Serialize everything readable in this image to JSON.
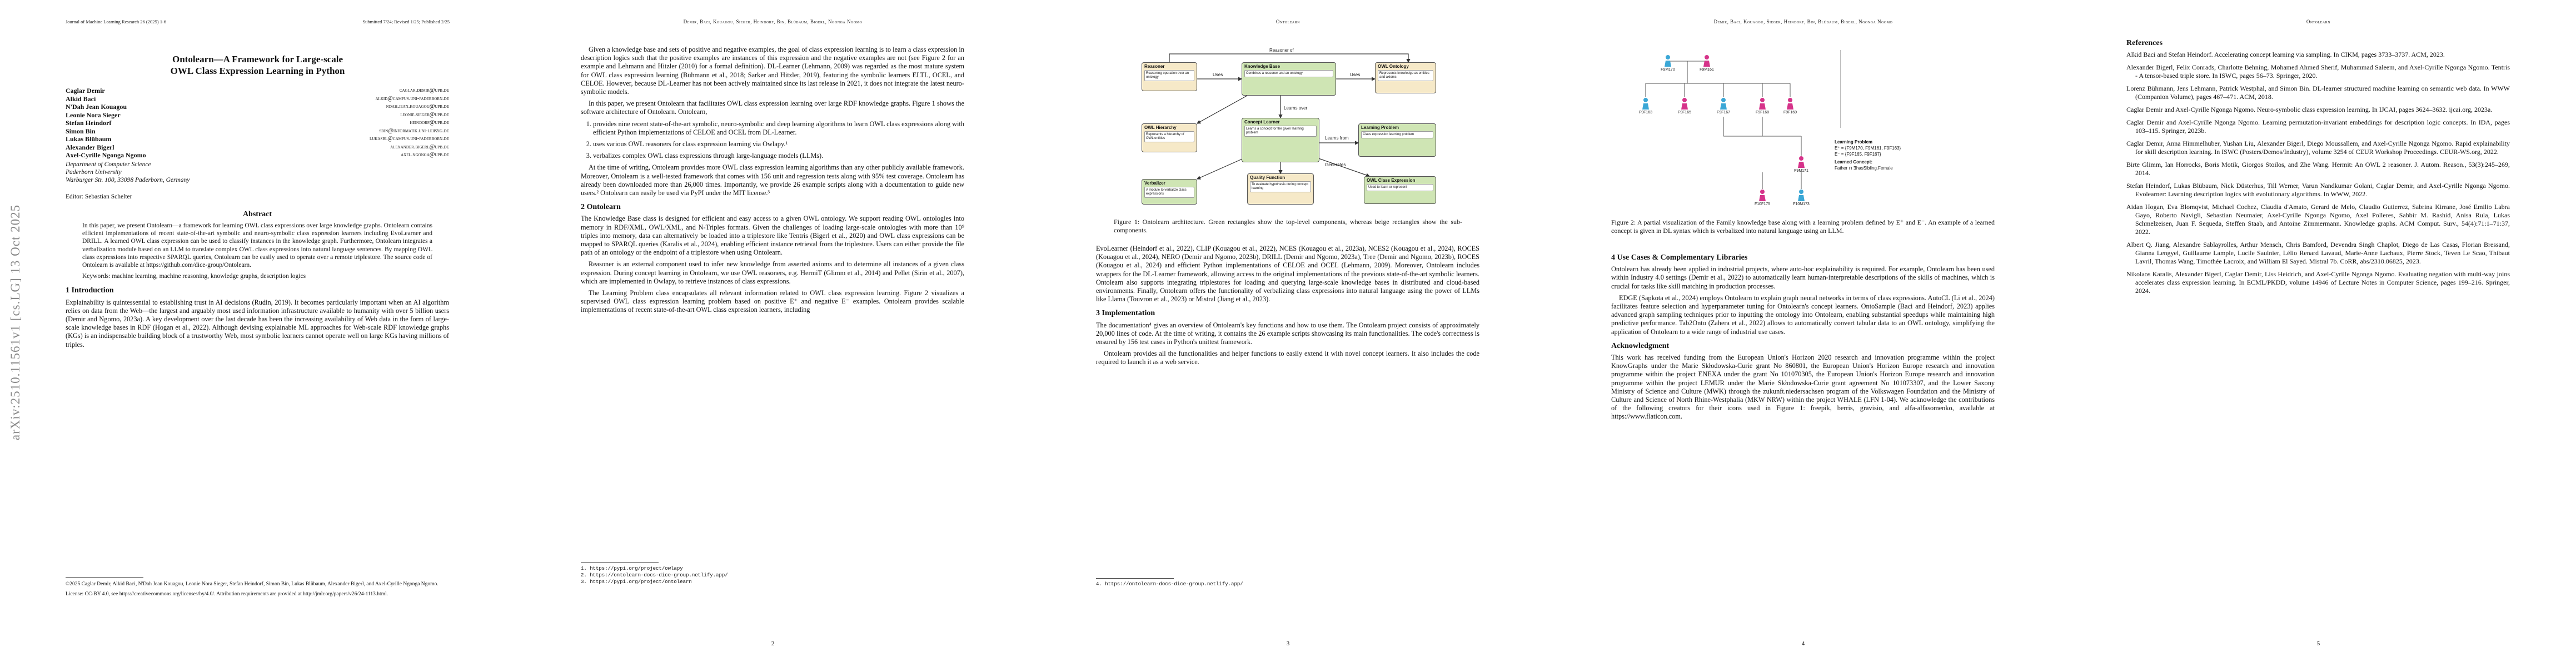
{
  "p1": {
    "journal": "Journal of Machine Learning Research 26 (2025) 1-6",
    "submitted": "Submitted 7/24; Revised 1/25; Published 2/25",
    "title_l1": "Ontolearn—A Framework for Large-scale",
    "title_l2": "OWL Class Expression Learning in Python",
    "authors": [
      {
        "name": "Caglar Demir",
        "email": "caglar.demir@upb.de"
      },
      {
        "name": "Alkid Baci",
        "email": "alkid@campus.uni-paderborn.de"
      },
      {
        "name": "N'Dah Jean Kouagou",
        "email": "ndah.jean.kouagou@upb.de"
      },
      {
        "name": "Leonie Nora Sieger",
        "email": "leonie.sieger@upb.de"
      },
      {
        "name": "Stefan Heindorf",
        "email": "heindorf@upb.de"
      },
      {
        "name": "Simon Bin",
        "email": "sbin@informatik.uni-leipzig.de"
      },
      {
        "name": "Lukas Blübaum",
        "email": "lukasbl@campus.uni-paderborn.de"
      },
      {
        "name": "Alexander Bigerl",
        "email": "alexander.bigerl@upb.de"
      },
      {
        "name": "Axel-Cyrille Ngonga Ngomo",
        "email": "axel.ngonga@upb.de"
      }
    ],
    "affil1": "Department of Computer Science",
    "affil2": "Paderborn University",
    "affil3": "Warburger Str. 100, 33098 Paderborn, Germany",
    "editor": "Editor: Sebastian Schelter",
    "abstract_h": "Abstract",
    "abstract": "In this paper, we present Ontolearn—a framework for learning OWL class expressions over large knowledge graphs. Ontolearn contains efficient implementations of recent state-of-the-art symbolic and neuro-symbolic class expression learners including EvoLearner and DRILL. A learned OWL class expression can be used to classify instances in the knowledge graph. Furthermore, Ontolearn integrates a verbalization module based on an LLM to translate complex OWL class expressions into natural language sentences. By mapping OWL class expressions into respective SPARQL queries, Ontolearn can be easily used to operate over a remote triplestore. The source code of Ontolearn is available at https://github.com/dice-group/Ontolearn.",
    "keywords": "Keywords: machine learning, machine reasoning, knowledge graphs, description logics",
    "intro_h": "1 Introduction",
    "intro": "Explainability is quintessential to establishing trust in AI decisions (Rudin, 2019). It becomes particularly important when an AI algorithm relies on data from the Web—the largest and arguably most used information infrastructure available to humanity with over 5 billion users (Demir and Ngomo, 2023a). A key development over the last decade has been the increasing availability of Web data in the form of large-scale knowledge bases in RDF (Hogan et al., 2022). Although devising explainable ML approaches for Web-scale RDF knowledge graphs (KGs) is an indispensable building block of a trustworthy Web, most symbolic learners cannot operate well on large KGs having millions of triples.",
    "copyright": "©2025 Caglar Demir, Alkid Baci, N'Dah Jean Kouagou, Leonie Nora Sieger, Stefan Heindorf, Simon Bin, Lukas Blübaum, Alexander Bigerl, and Axel-Cyrille Ngonga Ngomo.",
    "license": "License: CC-BY 4.0, see https://creativecommons.org/licenses/by/4.0/. Attribution requirements are provided at http://jmlr.org/papers/v26/24-1113.html.",
    "arxiv": "arXiv:2510.11561v1  [cs.LG]  13 Oct 2025"
  },
  "p2": {
    "head": "Demir, Baci, Kouagou, Sieger, Heindorf, Bin, Blübaum, Bigerl, Ngonga Ngomo",
    "para1": "Given a knowledge base and sets of positive and negative examples, the goal of class expression learning is to learn a class expression in description logics such that the positive examples are instances of this expression and the negative examples are not (see Figure 2 for an example and Lehmann and Hitzler (2010) for a formal definition). DL-Learner (Lehmann, 2009) was regarded as the most mature system for OWL class expression learning (Bühmann et al., 2018; Sarker and Hitzler, 2019), featuring the symbolic learners ELTL, OCEL, and CELOE. However, because DL-Learner has not been actively maintained since its last release in 2021, it does not integrate the latest neuro-symbolic models.",
    "para2": "In this paper, we present Ontolearn that facilitates OWL class expression learning over large RDF knowledge graphs. Figure 1 shows the software architecture of Ontolearn. Ontolearn,",
    "list": [
      "provides nine recent state-of-the-art symbolic, neuro-symbolic and deep learning algorithms to learn OWL class expressions along with efficient Python implementations of CELOE and OCEL from DL-Learner.",
      "uses various OWL reasoners for class expression learning via Owlapy.¹",
      "verbalizes complex OWL class expressions through large-language models (LLMs)."
    ],
    "para3": "At the time of writing, Ontolearn provides more OWL class expression learning algorithms than any other publicly available framework. Moreover, Ontolearn is a well-tested framework that comes with 156 unit and regression tests along with 95% test coverage. Ontolearn has already been downloaded more than 26,000 times. Importantly, we provide 26 example scripts along with a documentation to guide new users.² Ontolearn can easily be used via PyPI under the MIT license.³",
    "onto_h": "2 Ontolearn",
    "kb": "The Knowledge Base class is designed for efficient and easy access to a given OWL ontology. We support reading OWL ontologies into memory in RDF/XML, OWL/XML, and N-Triples formats. Given the challenges of loading large-scale ontologies with more than 10⁹ triples into memory, data can alternatively be loaded into a triplestore like Tentris (Bigerl et al., 2020) and OWL class expressions can be mapped to SPARQL queries (Karalis et al., 2024), enabling efficient instance retrieval from the triplestore. Users can either provide the file path of an ontology or the endpoint of a triplestore when using Ontolearn.",
    "reasoner": "Reasoner is an external component used to infer new knowledge from asserted axioms and to determine all instances of a given class expression. During concept learning in Ontolearn, we use OWL reasoners, e.g. HermiT (Glimm et al., 2014) and Pellet (Sirin et al., 2007), which are implemented in Owlapy, to retrieve instances of class expressions.",
    "lp": "The Learning Problem class encapsulates all relevant information related to OWL class expression learning. Figure 2 visualizes a supervised OWL class expression learning problem based on positive E⁺ and negative E⁻ examples. Ontolearn provides scalable implementations of recent state-of-the-art OWL class expression learners, including",
    "fn": [
      "1. https://pypi.org/project/owlapy",
      "2. https://ontolearn-docs-dice-group.netlify.app/",
      "3. https://pypi.org/project/ontolearn"
    ],
    "pnum": "2"
  },
  "p3": {
    "head": "Ontolearn",
    "fig": {
      "top_label": "Reasoner of",
      "reasoner_t": "Reasoner",
      "reasoner_d": "Reasoning operation over an ontology",
      "kb_t": "Knowledge Base",
      "kb_d": "Combines a reasoner and an ontology",
      "onto_t": "OWL Ontology",
      "onto_d": "Represents knowledge as entities and axioms",
      "hier_t": "OWL Hierarchy",
      "hier_d": "Represents a hierarchy of OWL entities",
      "cl_t": "Concept Learner",
      "cl_d": "Learns a concept for the given learning problem",
      "lp_t": "Learning Problem",
      "lp_d": "Class expression learning problem",
      "verb_t": "Verbalizer",
      "verb_d": "A module to verbalize class expressions",
      "qf_t": "Quality Function",
      "qf_d": "To evaluate hypothesis during concept learning",
      "ce_t": "OWL Class Expression",
      "ce_d": "Used to learn or represent",
      "uses": "Uses",
      "learns_over": "Learns over",
      "learns_from": "Learns from",
      "generates": "Generates"
    },
    "caption": "Figure 1: Ontolearn architecture. Green rectangles show the top-level components, whereas beige rectangles show the sub-components.",
    "para1": "EvoLearner (Heindorf et al., 2022), CLIP (Kouagou et al., 2022), NCES (Kouagou et al., 2023a), NCES2 (Kouagou et al., 2024), ROCES (Kouagou et al., 2024), NERO (Demir and Ngomo, 2023b), DRILL (Demir and Ngomo, 2023a), Tree (Demir and Ngomo, 2023b), ROCES (Kouagou et al., 2024) and efficient Python implementations of CELOE and OCEL (Lehmann, 2009). Moreover, Ontolearn includes wrappers for the DL-Learner framework, allowing access to the original implementations of the previous state-of-the-art symbolic learners. Ontolearn also supports integrating triplestores for loading and querying large-scale knowledge bases in distributed and cloud-based environments. Finally, Ontolearn offers the functionality of verbalizing class expressions into natural language using the power of LLMs like Llama (Touvron et al., 2023) or Mistral (Jiang et al., 2023).",
    "impl_h": "3 Implementation",
    "impl1": "The documentation⁴ gives an overview of Ontolearn's key functions and how to use them. The Ontolearn project consists of approximately 20,000 lines of code. At the time of writing, it contains the 26 example scripts showcasing its main functionalities. The code's correctness is ensured by 156 test cases in Python's unittest framework.",
    "impl2": "Ontolearn provides all the functionalities and helper functions to easily extend it with novel concept learners. It also includes the code required to launch it as a web service.",
    "fn": "4. https://ontolearn-docs-dice-group.netlify.app/",
    "pnum": "3"
  },
  "p4": {
    "head": "Demir, Baci, Kouagou, Sieger, Heindorf, Bin, Blübaum, Bigerl, Ngonga Ngomo",
    "fam": {
      "people": [
        "F9M170",
        "F9M161",
        "F9F163",
        "F9F165",
        "F9F167",
        "F9F168",
        "F9F169",
        "F9M171",
        "F10F175",
        "F10M173"
      ],
      "lp_label": "Learning Problem",
      "pos_label": "E⁺ = {F9M170, F9M161, F9F163}",
      "neg_label": "E⁻ = {F9F165, F9F167}",
      "learned_label": "Learned Concept:",
      "learned": "Father ⊓ ∃hasSibling.Female"
    },
    "caption": "Figure 2: A partial visualization of the Family knowledge base along with a learning problem defined by E⁺ and E⁻. An example of a learned concept is given in DL syntax which is verbalized into natural language using an LLM.",
    "use_h": "4 Use Cases & Complementary Libraries",
    "use1": "Ontolearn has already been applied in industrial projects, where auto-hoc explainability is required. For example, Ontolearn has been used within Industry 4.0 settings (Demir et al., 2022) to automatically learn human-interpretable descriptions of the skills of machines, which is crucial for tasks like skill matching in production processes.",
    "use2": "EDGE (Sapkota et al., 2024) employs Ontolearn to explain graph neural networks in terms of class expressions. AutoCL (Li et al., 2024) facilitates feature selection and hyperparameter tuning for Ontolearn's concept learners. OntoSample (Baci and Heindorf, 2023) applies advanced graph sampling techniques prior to inputting the ontology into Ontolearn, enabling substantial speedups while maintaining high predictive performance. Tab2Onto (Zahera et al., 2022) allows to automatically convert tabular data to an OWL ontology, simplifying the application of Ontolearn to a wide range of industrial use cases.",
    "ack_h": "Acknowledgment",
    "ack": "This work has received funding from the European Union's Horizon 2020 research and innovation programme within the project KnowGraphs under the Marie Skłodowska-Curie grant No 860801, the European Union's Horizon Europe research and innovation programme within the project ENEXA under the grant No 101070305, the European Union's Horizon Europe research and innovation programme within the project LEMUR under the Marie Skłodowska-Curie grant agreement No 101073307, and the Lower Saxony Ministry of Science and Culture (MWK) through the zukunft.niedersachsen program of the Volkswagen Foundation and the Ministry of Culture and Science of North Rhine-Westphalia (MKW NRW) within the project WHALE (LFN 1-04). We acknowledge the contributions of the following creators for their icons used in Figure 1: freepik, berris, gravisio, and alfa-alfasomenko, available at https://www.flaticon.com.",
    "pnum": "4"
  },
  "p5": {
    "head": "Ontolearn",
    "ref_h": "References",
    "refs": [
      "Alkid Baci and Stefan Heindorf. Accelerating concept learning via sampling. In CIKM, pages 3733–3737. ACM, 2023.",
      "Alexander Bigerl, Felix Conrads, Charlotte Behning, Mohamed Ahmed Sherif, Muhammad Saleem, and Axel-Cyrille Ngonga Ngomo. Tentris - A tensor-based triple store. In ISWC, pages 56–73. Springer, 2020.",
      "Lorenz Bühmann, Jens Lehmann, Patrick Westphal, and Simon Bin. DL-learner structured machine learning on semantic web data. In WWW (Companion Volume), pages 467–471. ACM, 2018.",
      "Caglar Demir and Axel-Cyrille Ngonga Ngomo. Neuro-symbolic class expression learning. In IJCAI, pages 3624–3632. ijcai.org, 2023a.",
      "Caglar Demir and Axel-Cyrille Ngonga Ngomo. Learning permutation-invariant embeddings for description logic concepts. In IDA, pages 103–115. Springer, 2023b.",
      "Caglar Demir, Anna Himmelhuber, Yushan Liu, Alexander Bigerl, Diego Moussallem, and Axel-Cyrille Ngonga Ngomo. Rapid explainability for skill description learning. In ISWC (Posters/Demos/Industry), volume 3254 of CEUR Workshop Proceedings. CEUR-WS.org, 2022.",
      "Birte Glimm, Ian Horrocks, Boris Motik, Giorgos Stoilos, and Zhe Wang. Hermit: An OWL 2 reasoner. J. Autom. Reason., 53(3):245–269, 2014.",
      "Stefan Heindorf, Lukas Blübaum, Nick Düsterhus, Till Werner, Varun Nandkumar Golani, Caglar Demir, and Axel-Cyrille Ngonga Ngomo. Evolearner: Learning description logics with evolutionary algorithms. In WWW, 2022.",
      "Aidan Hogan, Eva Blomqvist, Michael Cochez, Claudia d'Amato, Gerard de Melo, Claudio Gutierrez, Sabrina Kirrane, José Emilio Labra Gayo, Roberto Navigli, Sebastian Neumaier, Axel-Cyrille Ngonga Ngomo, Axel Polleres, Sabbir M. Rashid, Anisa Rula, Lukas Schmelzeisen, Juan F. Sequeda, Steffen Staab, and Antoine Zimmermann. Knowledge graphs. ACM Comput. Surv., 54(4):71:1–71:37, 2022.",
      "Albert Q. Jiang, Alexandre Sablayrolles, Arthur Mensch, Chris Bamford, Devendra Singh Chaplot, Diego de Las Casas, Florian Bressand, Gianna Lengyel, Guillaume Lample, Lucile Saulnier, Lélio Renard Lavaud, Marie-Anne Lachaux, Pierre Stock, Teven Le Scao, Thibaut Lavril, Thomas Wang, Timothée Lacroix, and William El Sayed. Mistral 7b. CoRR, abs/2310.06825, 2023.",
      "Nikolaos Karalis, Alexander Bigerl, Caglar Demir, Liss Heidrich, and Axel-Cyrille Ngonga Ngomo. Evaluating negation with multi-way joins accelerates class expression learning. In ECML/PKDD, volume 14946 of Lecture Notes in Computer Science, pages 199–216. Springer, 2024."
    ],
    "pnum": "5"
  }
}
